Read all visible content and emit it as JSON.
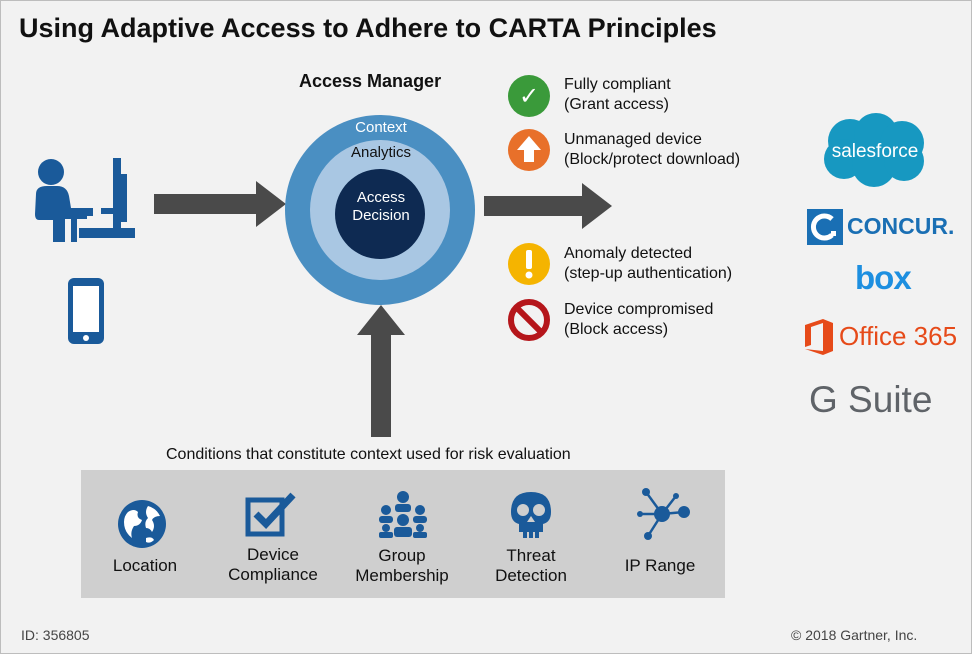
{
  "title": "Using Adaptive Access to Adhere to CARTA Principles",
  "access_manager": {
    "title": "Access Manager",
    "rings": {
      "outer": "Context",
      "middle": "Analytics",
      "inner_line1": "Access",
      "inner_line2": "Decision"
    }
  },
  "outcomes": [
    {
      "icon": "check-icon",
      "color": "#3a9a3a",
      "line1": "Fully compliant",
      "line2": "(Grant access)"
    },
    {
      "icon": "upload-arrow-icon",
      "color": "#e8702a",
      "line1": "Unmanaged device",
      "line2": "(Block/protect download)"
    },
    {
      "icon": "exclamation-icon",
      "color": "#f5b400",
      "line1": "Anomaly detected",
      "line2": "(step-up authentication)"
    },
    {
      "icon": "prohibited-icon",
      "color": "#b5161b",
      "line1": "Device compromised",
      "line2": "(Block access)"
    }
  ],
  "conditions": {
    "caption": "Conditions that constitute context used for risk evaluation",
    "items": [
      {
        "icon": "globe-icon",
        "line1": "Location",
        "line2": ""
      },
      {
        "icon": "checkbox-icon",
        "line1": "Device",
        "line2": "Compliance"
      },
      {
        "icon": "group-icon",
        "line1": "Group",
        "line2": "Membership"
      },
      {
        "icon": "skull-icon",
        "line1": "Threat",
        "line2": "Detection"
      },
      {
        "icon": "network-icon",
        "line1": "IP Range",
        "line2": ""
      }
    ]
  },
  "apps": {
    "salesforce": "salesforce",
    "concur": "CONCUR.",
    "box": "box",
    "office": "Office 365",
    "gsuite": "G Suite"
  },
  "colors": {
    "blue": "#1a5a9a",
    "ring_outer": "#4a8fc2",
    "ring_middle": "#a9c7e3",
    "ring_inner": "#0e2a52",
    "arrow": "#4a4a4a"
  },
  "footer": {
    "id": "ID: 356805",
    "copyright": "© 2018 Gartner, Inc."
  }
}
